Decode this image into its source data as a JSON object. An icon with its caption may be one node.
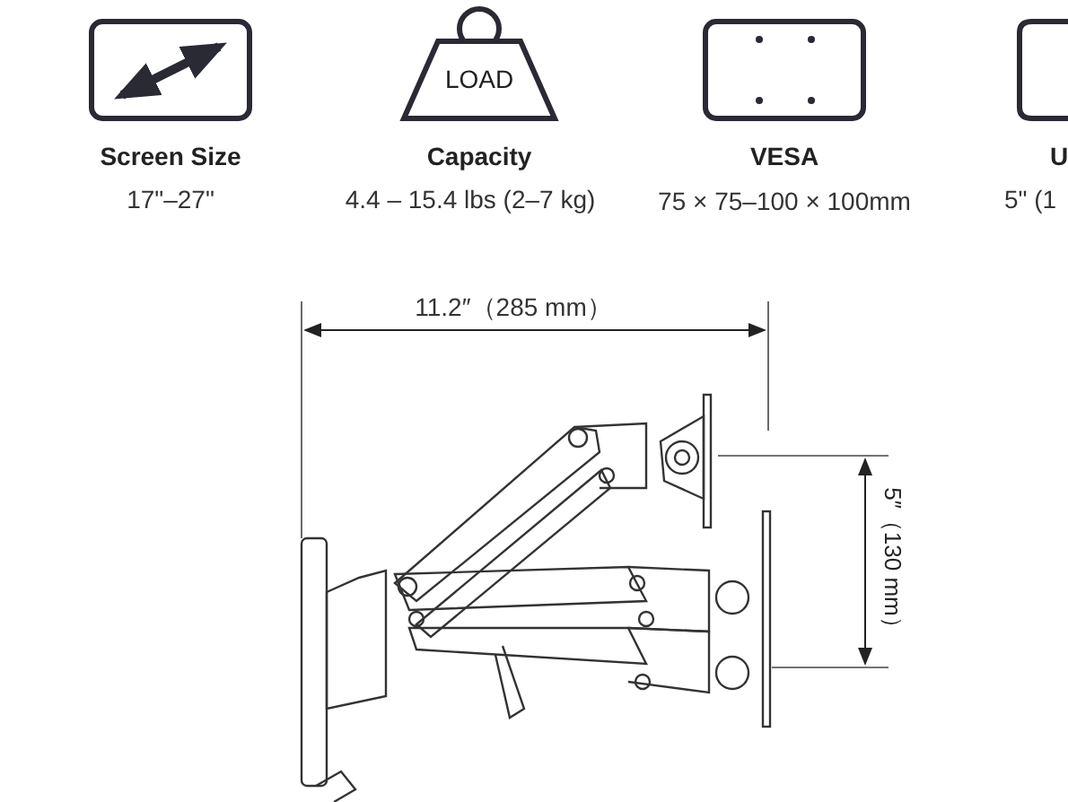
{
  "diagram": {
    "nodes": [
      {
        "text": [
          "LOAD"
        ]
      }
    ],
    "labels": [
      "Screen Size",
      "17\"–27\"",
      "Capacity",
      "4.4 – 15.4 lbs (2–7 kg)",
      "VESA",
      "75 × 75–100 × 100mm",
      "U",
      "5\" (1",
      "11.2″（285 mm）",
      "5″（130 mm）"
    ]
  }
}
